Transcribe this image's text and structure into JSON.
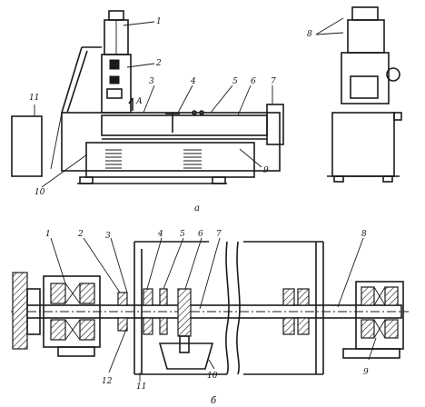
{
  "figure_a": {
    "caption": "а",
    "labels": [
      "1",
      "2",
      "3",
      "4",
      "5",
      "6",
      "7",
      "8",
      "9",
      "10",
      "11"
    ],
    "view_marker": "А"
  },
  "figure_b": {
    "caption": "б",
    "labels": [
      "1",
      "2",
      "3",
      "4",
      "5",
      "6",
      "7",
      "8",
      "9",
      "10",
      "11",
      "12"
    ]
  }
}
